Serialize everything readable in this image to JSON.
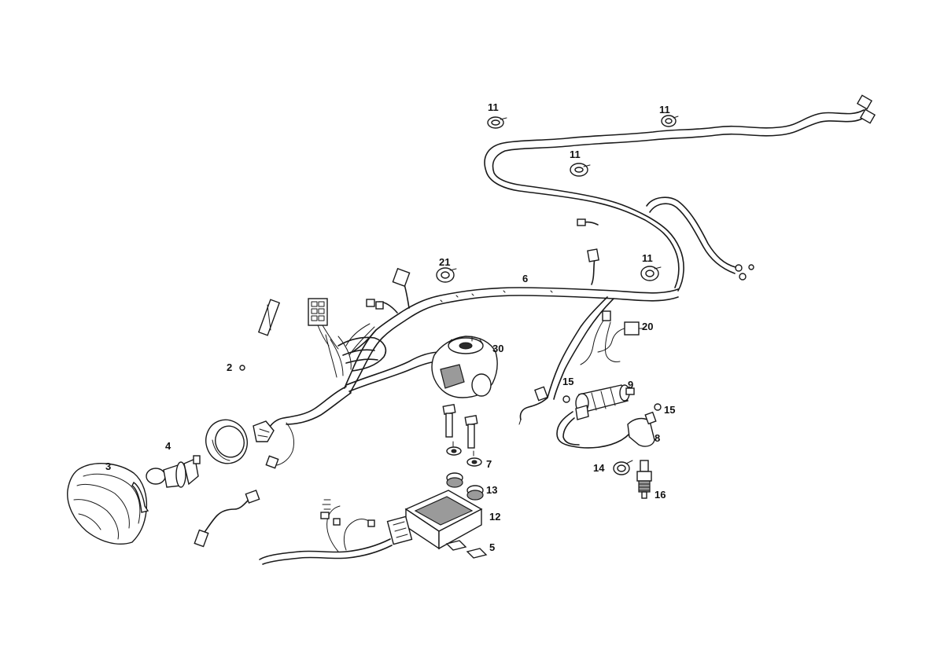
{
  "callouts": {
    "c2": "2",
    "c3": "3",
    "c4": "4",
    "c5": "5",
    "c6": "6",
    "c7": "7",
    "c8": "8",
    "c9": "9",
    "c11a": "11",
    "c11b": "11",
    "c11c": "11",
    "c11d": "11",
    "c12": "12",
    "c13": "13",
    "c14": "14",
    "c15a": "15",
    "c15b": "15",
    "c16": "16",
    "c20": "20",
    "c21": "21",
    "c30": "30"
  }
}
